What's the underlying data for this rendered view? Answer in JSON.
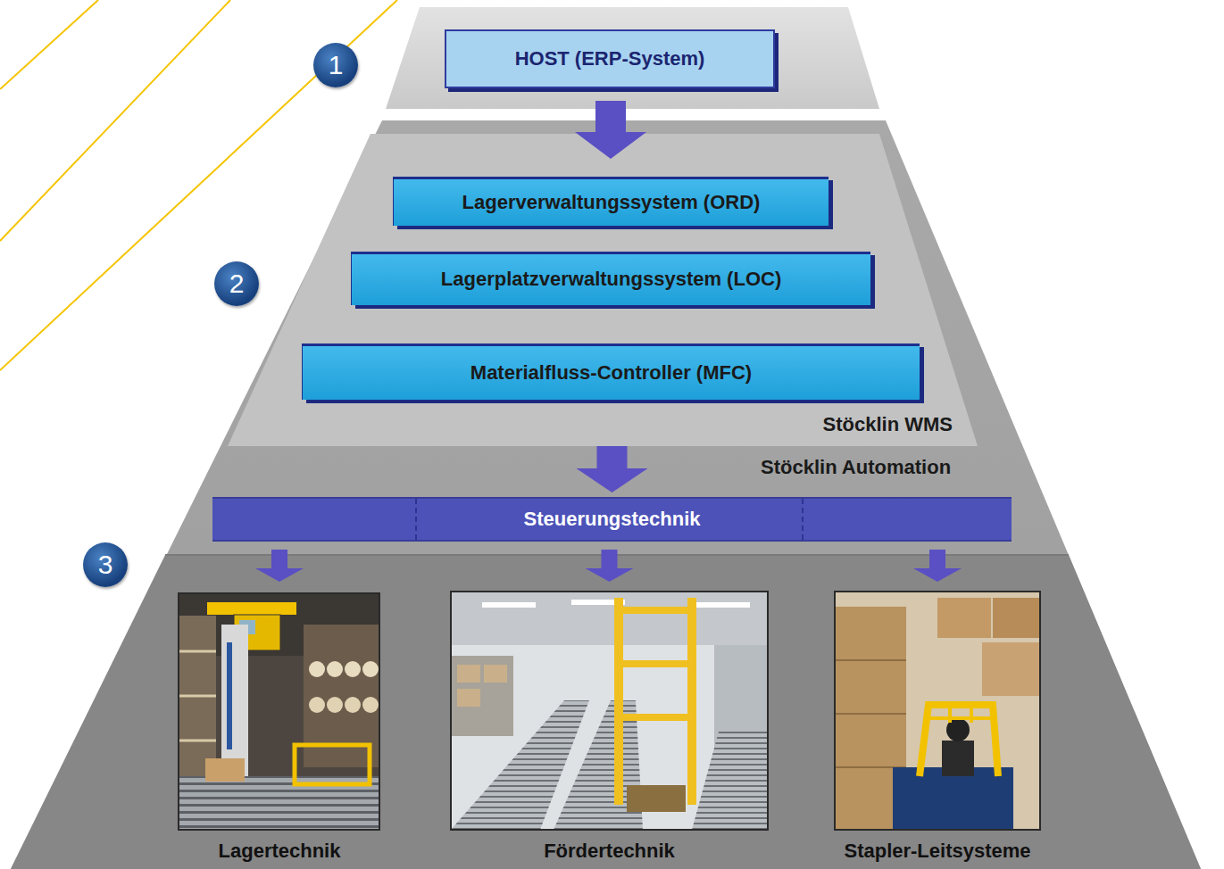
{
  "diagram": {
    "nodes": [
      {
        "text": [
          "HOST (ERP-System)"
        ]
      },
      {
        "text": [
          "Stöcklin WMS"
        ]
      },
      {
        "text": [
          "Lagerverwaltungssystem (ORD)"
        ],
        "in": 1
      },
      {
        "text": [
          "Lagerplatzverwaltungssystem (LOC)"
        ],
        "in": 1
      },
      {
        "text": [
          "Materialfluss-Controller (MFC)"
        ],
        "in": 1
      },
      {
        "text": [
          "Steuerungstechnik"
        ]
      },
      {
        "text": [
          "Lagertechnik"
        ]
      },
      {
        "text": [
          "Fördertechnik"
        ]
      },
      {
        "text": [
          "Stapler-Leitsysteme"
        ]
      }
    ],
    "edges": [
      {
        "from": 0,
        "to": 2,
        "arrow": "to"
      },
      {
        "from": 1,
        "to": 5,
        "arrow": "to"
      },
      {
        "from": 5,
        "to": 6,
        "arrow": "to"
      },
      {
        "from": 5,
        "to": 7,
        "arrow": "to"
      },
      {
        "from": 5,
        "to": 8,
        "arrow": "to"
      }
    ],
    "labels": [
      "1",
      "2",
      "3",
      "Stöcklin Automation"
    ]
  }
}
